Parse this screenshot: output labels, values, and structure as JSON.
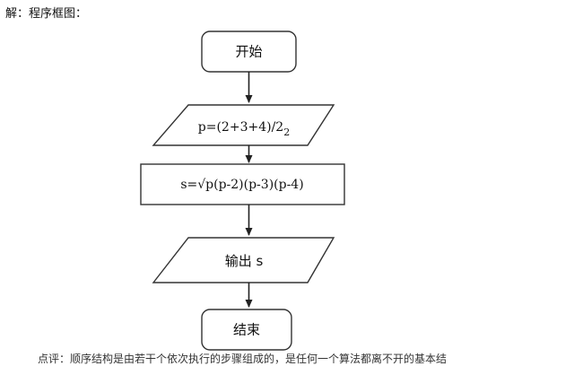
{
  "header": {
    "text": "解：程序框图："
  },
  "flowchart": {
    "start": {
      "label": "开始"
    },
    "input": {
      "label": "p=(2+3+4)/2",
      "subscript": "2"
    },
    "process": {
      "label": "s=√p(p-2)(p-3)(p-4)"
    },
    "output": {
      "label": "输出 s"
    },
    "end": {
      "label": "结束"
    }
  },
  "footer": {
    "text": "点评：顺序结构是由若干个依次执行的步骤组成的，是任何一个算法都离不开的基本结"
  },
  "colors": {
    "stroke": "#333333",
    "text": "#111111",
    "background": "#ffffff"
  }
}
